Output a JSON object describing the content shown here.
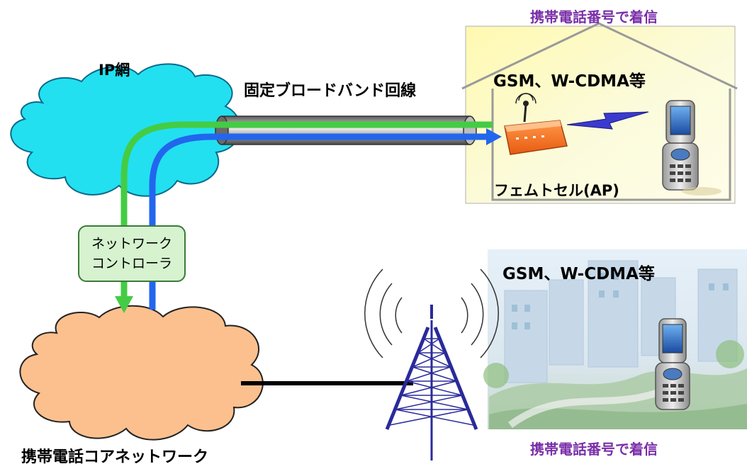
{
  "ip_network": {
    "label": "IP網"
  },
  "broadband": {
    "label": "固定ブロードバンド回線"
  },
  "home": {
    "header": "携帯電話番号で着信",
    "standard": "GSM、W-CDMA等",
    "femtocell_label": "フェムトセル(AP)"
  },
  "controller": {
    "line1": "ネットワーク",
    "line2": "コントローラ"
  },
  "core_network": {
    "label": "携帯電話コアネットワーク"
  },
  "outdoor": {
    "standard": "GSM、W-CDMA等",
    "footer": "携帯電話番号で着信"
  },
  "colors": {
    "ip_cloud": "#22e0f0",
    "core_cloud": "#fcc08e",
    "green_path": "#44cc44",
    "blue_path": "#2266ee",
    "title_purple": "#7a2fa8",
    "tower": "#2a2a9a"
  }
}
